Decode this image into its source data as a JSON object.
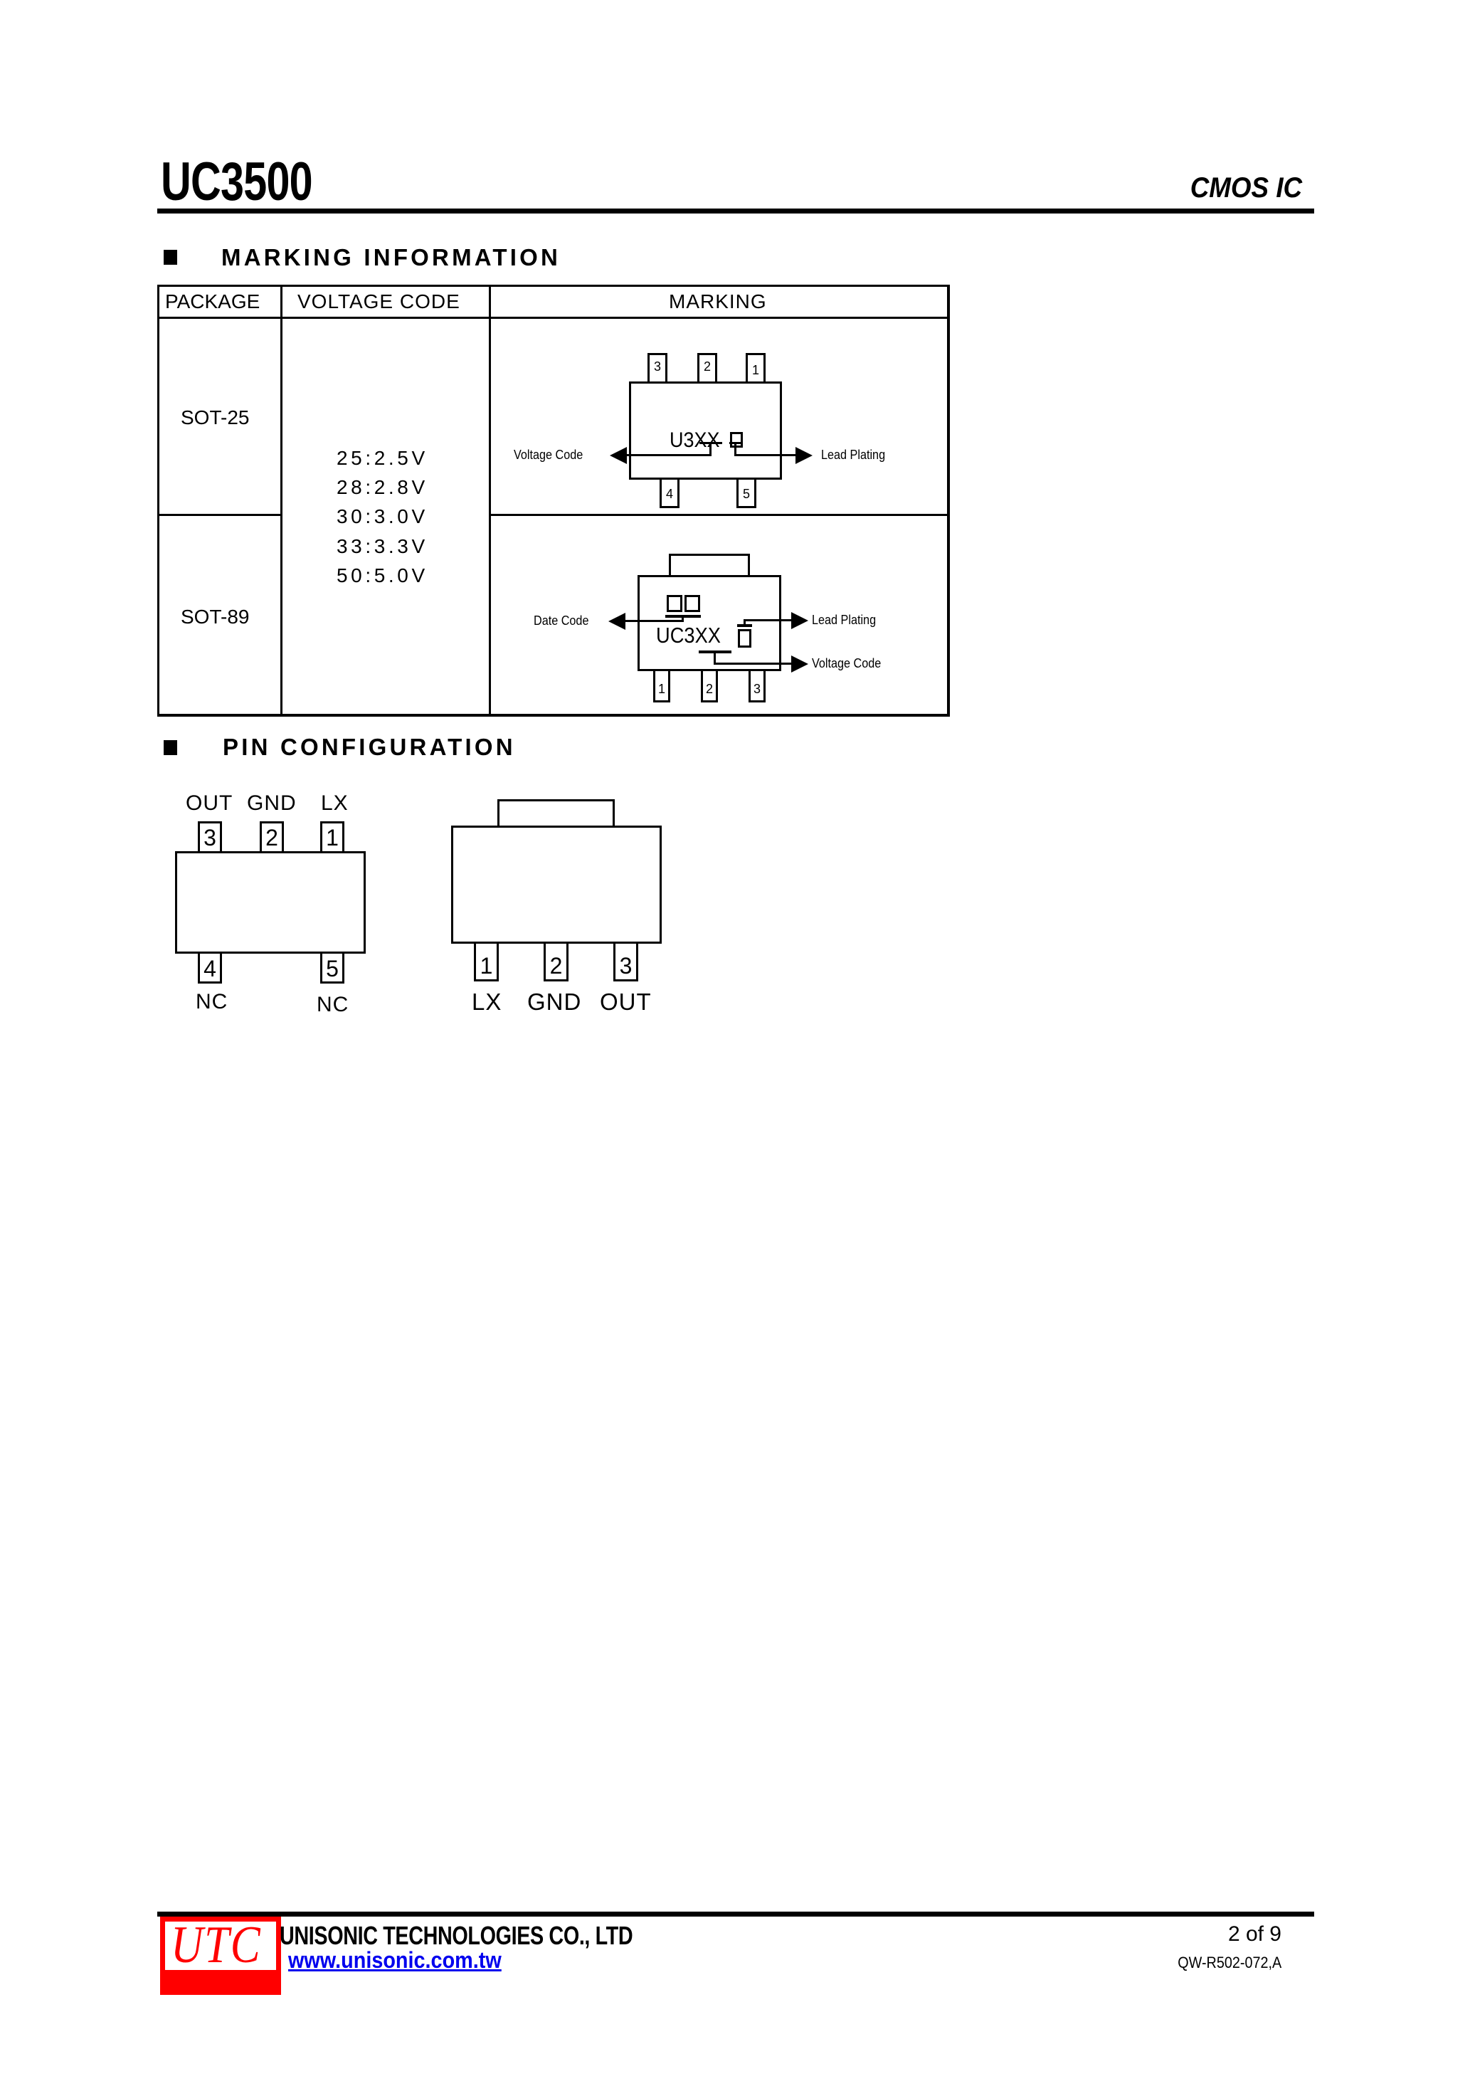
{
  "header": {
    "title": "UC3500",
    "subtitle": "CMOS IC"
  },
  "sections": {
    "marking": {
      "heading": "MARKING INFORMATION",
      "table": {
        "headers": [
          "PACKAGE",
          "VOLTAGE CODE",
          "MARKING"
        ],
        "rows": [
          {
            "package": "SOT-25"
          },
          {
            "package": "SOT-89"
          }
        ],
        "voltage_codes": [
          "25:2.5V",
          "28:2.8V",
          "30:3.0V",
          "33:3.3V",
          "50:5.0V"
        ]
      },
      "sot25_marking": {
        "text": "U3XX",
        "pins_top": [
          "3",
          "2",
          "1"
        ],
        "pins_bottom": [
          "4",
          "5"
        ],
        "left_label": "Voltage Code",
        "right_label": "Lead Plating"
      },
      "sot89_marking": {
        "text": "UC3XX",
        "pins_bottom": [
          "1",
          "2",
          "3"
        ],
        "left_label": "Date Code",
        "right_label_top": "Lead Plating",
        "right_label_bottom": "Voltage Code"
      }
    },
    "pin_config": {
      "heading": "PIN CONFIGURATION",
      "sot25": {
        "top_pins": [
          {
            "num": "3",
            "label": "OUT"
          },
          {
            "num": "2",
            "label": "GND"
          },
          {
            "num": "1",
            "label": "LX"
          }
        ],
        "bottom_pins": [
          {
            "num": "4",
            "label": "NC"
          },
          {
            "num": "5",
            "label": "NC"
          }
        ]
      },
      "sot89": {
        "bottom_pins": [
          {
            "num": "1",
            "label": "LX"
          },
          {
            "num": "2",
            "label": "GND"
          },
          {
            "num": "3",
            "label": "OUT"
          }
        ]
      }
    }
  },
  "footer": {
    "logo_text": "UTC",
    "company": "UNISONIC TECHNOLOGIES CO., LTD",
    "url": "www.unisonic.com.tw",
    "page": "2 of 9",
    "doc_number": "QW-R502-072,A"
  },
  "colors": {
    "logo_red": "#ff0000",
    "link_blue": "#0000ee",
    "text": "#000000"
  }
}
